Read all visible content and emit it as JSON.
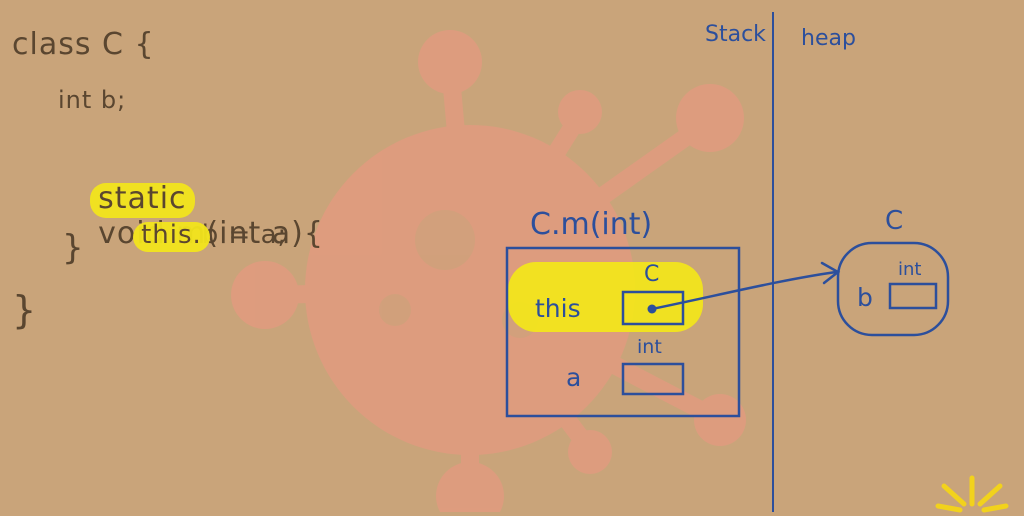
{
  "code": {
    "class_decl": "class C {",
    "field": "int b;",
    "method_keyword": "static",
    "method_rest": "void m(int a){",
    "body_this": "this.",
    "body_rest": "b = a;",
    "close_method": "}",
    "close_class": "}"
  },
  "memory": {
    "stack_label": "Stack",
    "heap_label": "heap",
    "frame_title": "C.m(int)",
    "this_var": "this",
    "this_type": "C",
    "a_var": "a",
    "a_type": "int",
    "object_type": "C",
    "field_name": "b",
    "field_type": "int"
  },
  "colors": {
    "background": "#c9a47a",
    "pencil": "#5a4630",
    "ink": "#2c4f9c",
    "highlight": "#f2e51c",
    "virus_watermark": "#e49a80"
  }
}
